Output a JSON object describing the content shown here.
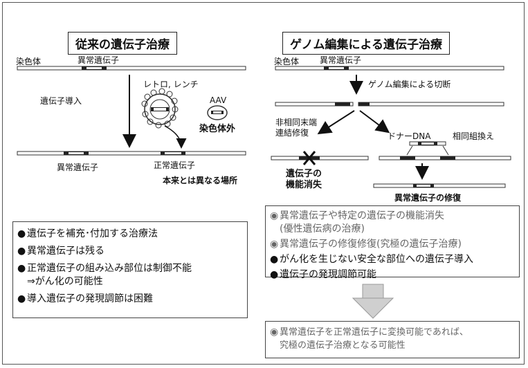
{
  "left": {
    "title": "従来の遺伝子治療",
    "chromosome_label": "染色体",
    "abnormal_gene_top": "異常遺伝子",
    "gene_transfer": "遺伝子導入",
    "vector_label": "レトロ, レンチ",
    "aav_label": "AAV",
    "extrachromosomal": "染色体外",
    "abnormal_gene_bottom": "異常遺伝子",
    "normal_gene": "正常遺伝子",
    "different_site": "本来とは異なる場所",
    "bullets": [
      "遺伝子を補充･付加する治療法",
      "異常遺伝子は残る",
      "正常遺伝子の組み込み部位は制御不能",
      "⇒がん化の可能性",
      "導入遺伝子の発現調節は困難"
    ]
  },
  "right": {
    "title": "ゲノム編集による遺伝子治療",
    "chromosome_label": "染色体",
    "abnormal_gene_top": "異常遺伝子",
    "cut_label": "ゲノム編集による切断",
    "nhej_line1": "非相同末端",
    "nhej_line2": "連結修復",
    "donor_dna": "ドナーDNA",
    "homologous": "相同組換え",
    "loss_line1": "遺伝子の",
    "loss_line2": "機能消失",
    "repair": "異常遺伝子の修復",
    "bullets": [
      "異常遺伝子や特定の遺伝子の機能消失",
      "(優性遺伝病の治療)",
      "異常遺伝子の修復修復(究極の遺伝子治療)",
      "がん化を生じない安全な部位への遺伝子導入",
      "遺伝子の発現調節可能"
    ],
    "conclusion_line1": "異常遺伝子を正常遺伝子に変換可能であれば、",
    "conclusion_line2": "究極の遺伝子治療となる可能性"
  }
}
